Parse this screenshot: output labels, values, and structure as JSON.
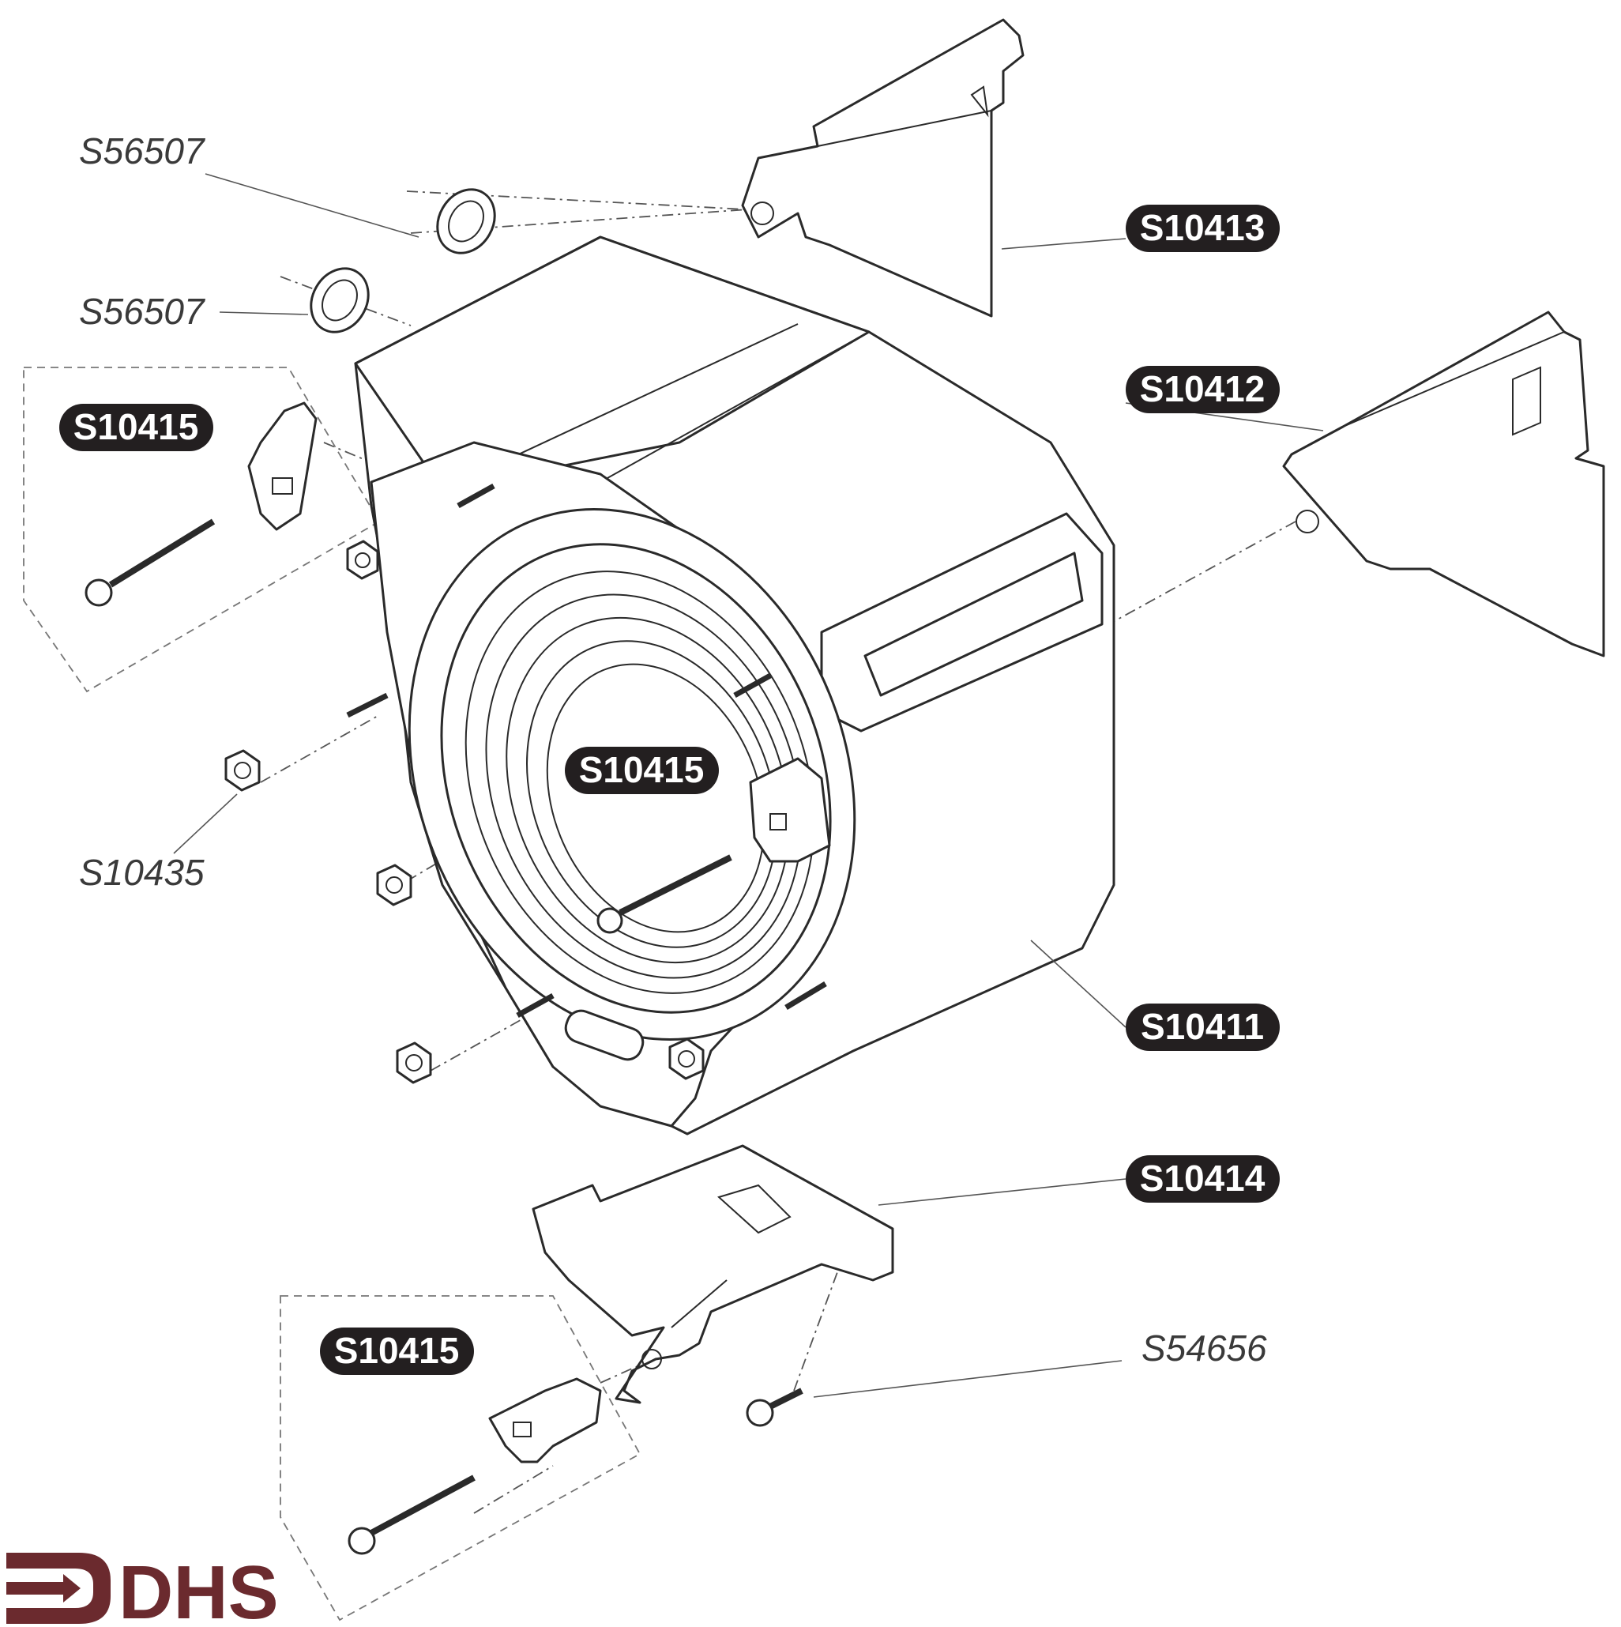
{
  "labels": {
    "s10413": "S10413",
    "s10412": "S10412",
    "s10415_top": "S10415",
    "s10415_mid": "S10415",
    "s10415_bottom": "S10415",
    "s10411": "S10411",
    "s10414": "S10414",
    "s56507_a": "S56507",
    "s56507_b": "S56507",
    "s10435": "S10435",
    "s54656": "S54656"
  },
  "logo": {
    "text": "DHS"
  },
  "colors": {
    "badge": "#231f20",
    "logo": "#6b2a2e",
    "ink": "#2a2a2a"
  }
}
